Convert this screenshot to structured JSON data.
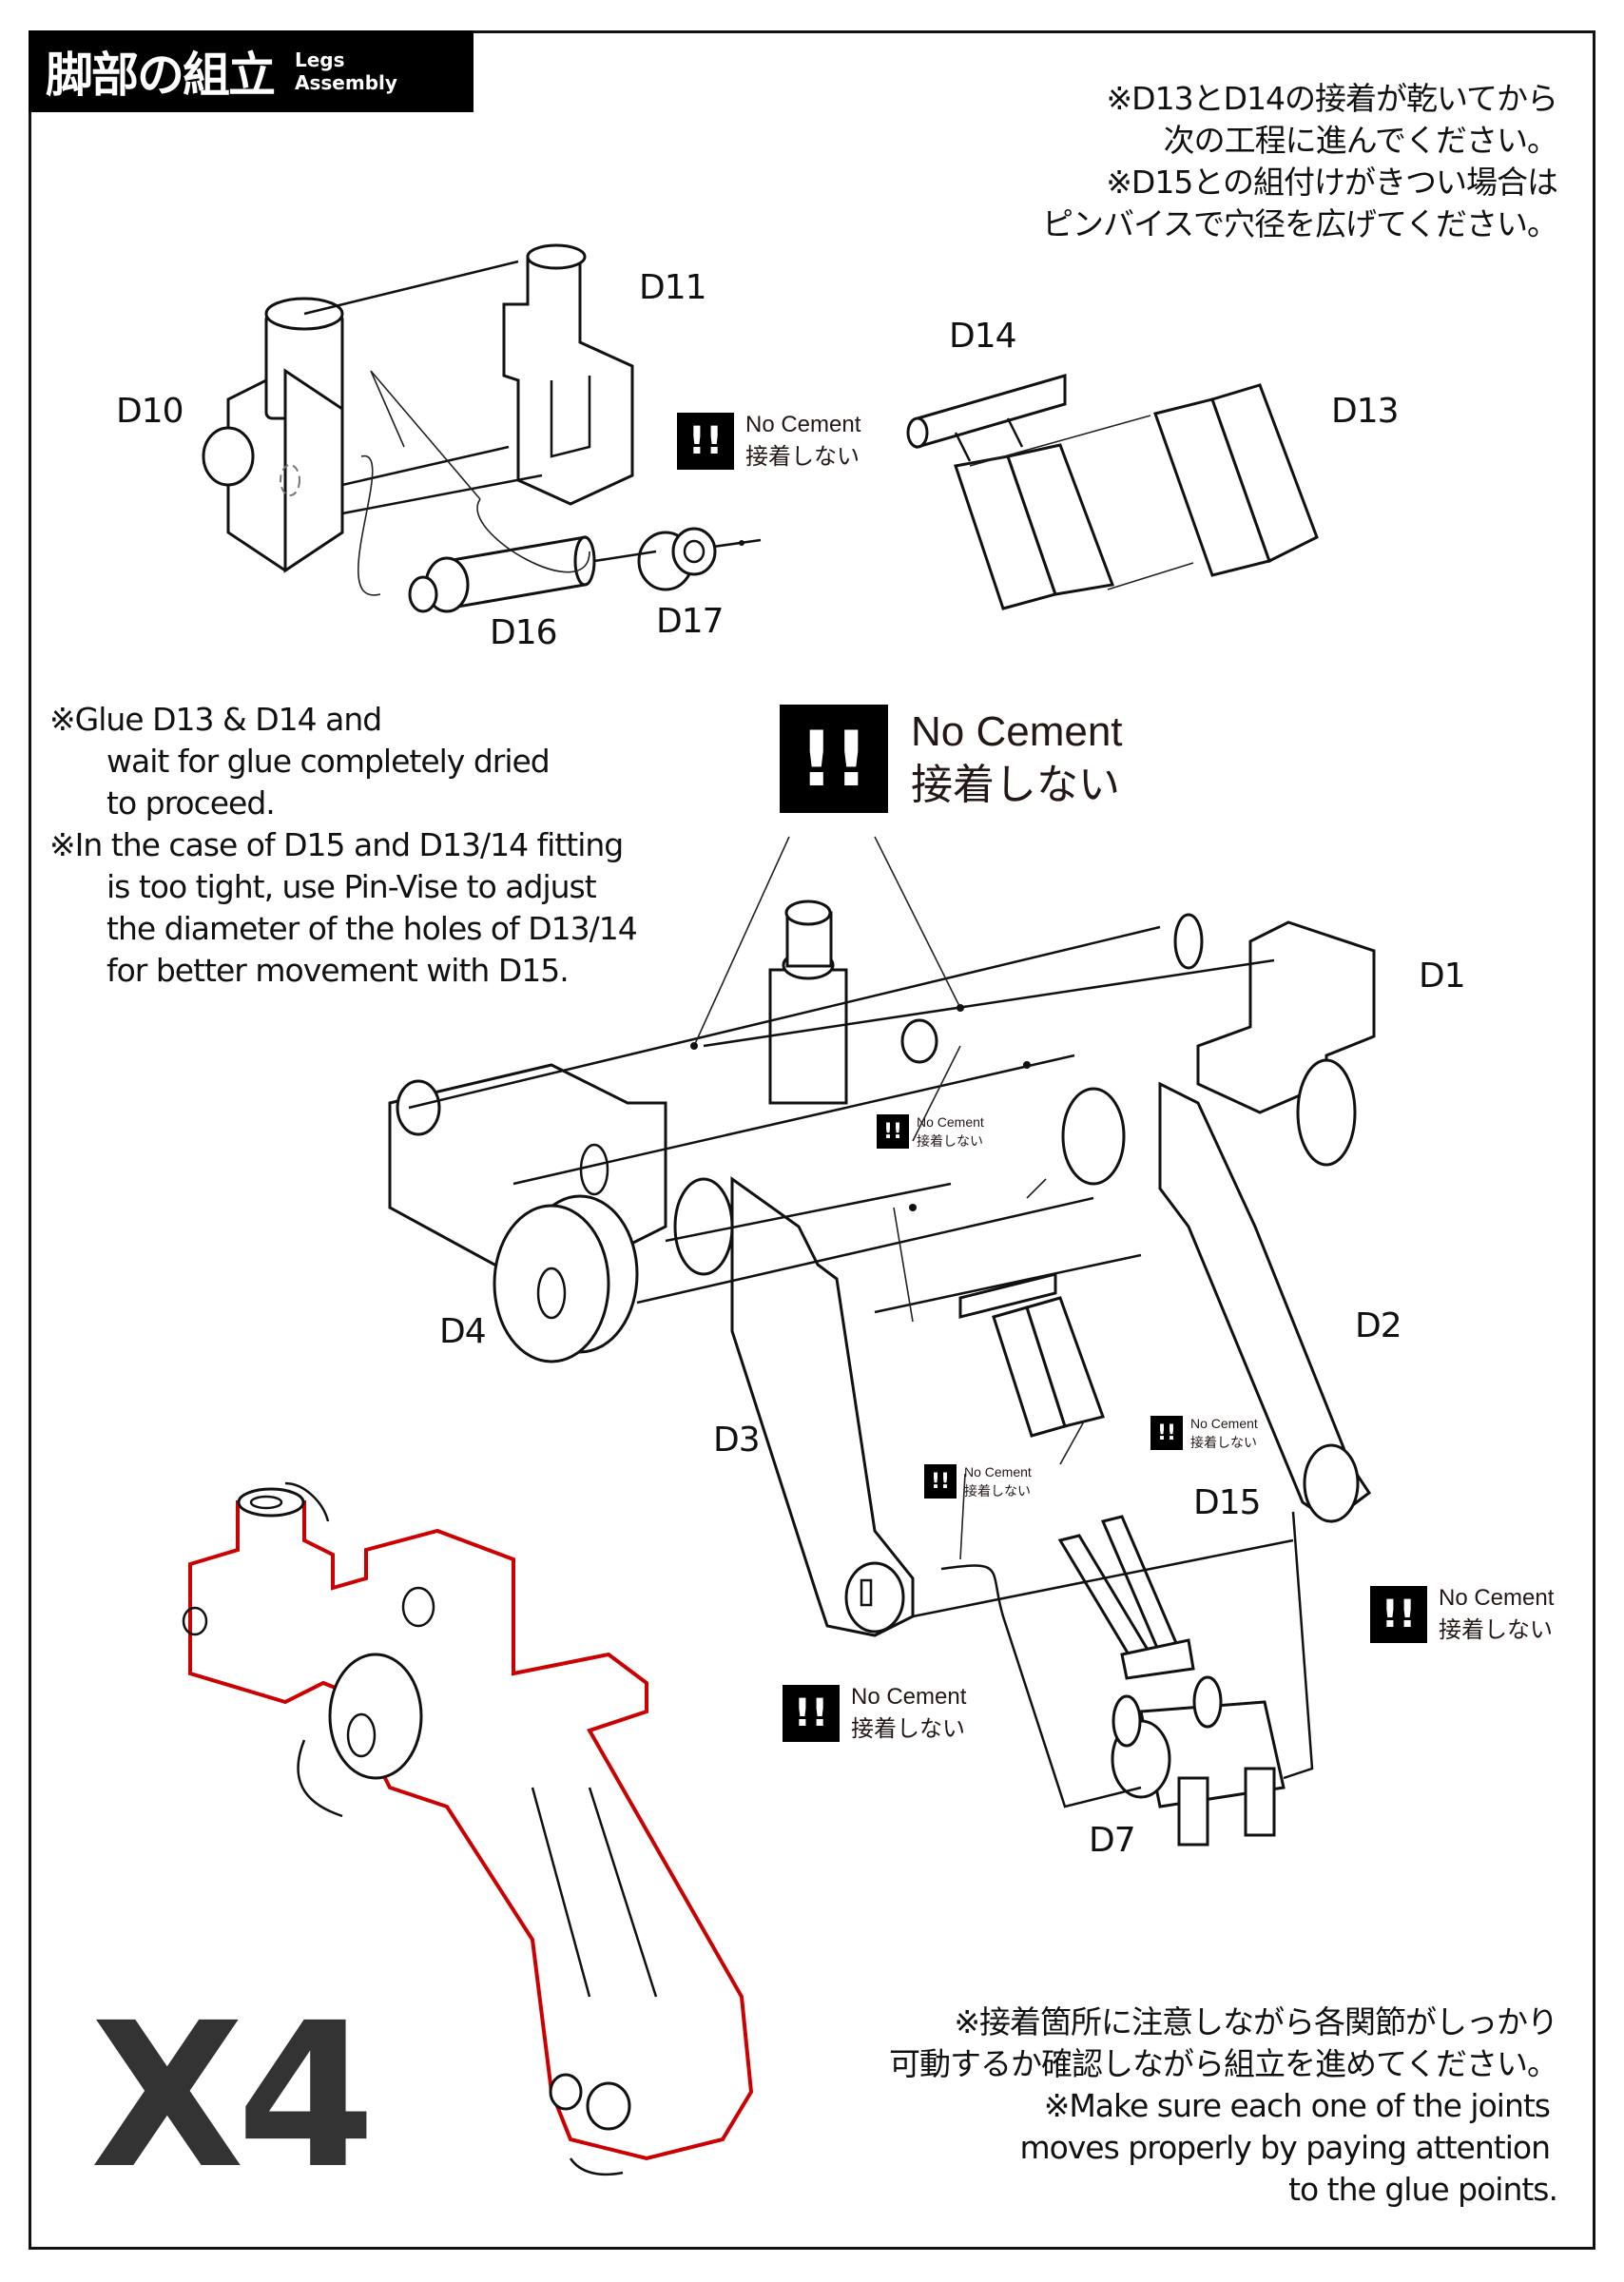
{
  "header": {
    "title_jp": "脚部の組立",
    "title_en_line1": "Legs",
    "title_en_line2": "Assembly"
  },
  "notes": {
    "top_right_jp": [
      "※D13とD14の接着が乾いてから",
      "次の工程に進んでください。",
      "※D15との組付けがきつい場合は",
      "ピンバイスで穴径を広げてください。"
    ],
    "left_en": [
      "※Glue D13 & D14 and",
      "wait for glue completely dried",
      "to proceed.",
      "※In the case of D15 and D13/14 fitting",
      "is too tight, use Pin-Vise to adjust",
      "the diameter of the holes of D13/14",
      "for better movement with D15."
    ],
    "bottom_right_jp": [
      "※接着箇所に注意しながら各関節がしっかり",
      "可動するか確認しながら組立を進めてください。"
    ],
    "bottom_right_en": [
      "※Make sure each one of the joints",
      "moves properly by paying attention",
      "to the glue points."
    ]
  },
  "no_cement": {
    "icon": "!!",
    "en": "No Cement",
    "jp": "接着しない"
  },
  "part_labels": {
    "d1": "D1",
    "d2": "D2",
    "d3": "D3",
    "d4": "D4",
    "d7": "D7",
    "d10": "D10",
    "d11": "D11",
    "d13": "D13",
    "d14": "D14",
    "d15": "D15",
    "d16": "D16",
    "d17": "D17"
  },
  "quantity": "X4",
  "colors": {
    "highlight_outline": "#cc0000",
    "quantity_text": "#333333"
  }
}
